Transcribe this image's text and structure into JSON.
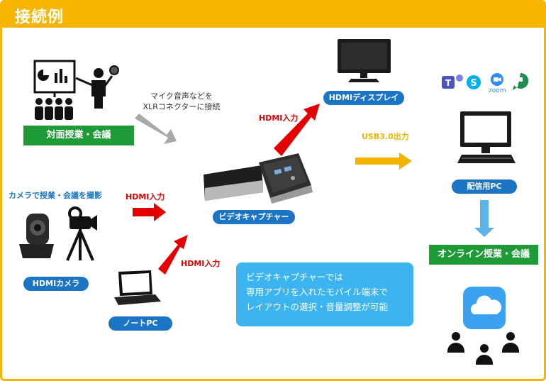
{
  "header": {
    "title": "接続例"
  },
  "nodes": {
    "classroom": "対面授業・会議",
    "camera_caption": "カメラで授業・会議を撮影",
    "hdmi_camera": "HDMIカメラ",
    "notebook_pc": "ノートPC",
    "capture_device": "ビデオキャプチャー",
    "hdmi_display": "HDMIディスプレイ",
    "streaming_pc": "配信用PC",
    "online_class": "オンライン授業・会議"
  },
  "connections": {
    "mic_line1": "マイク音声などを",
    "mic_line2": "XLRコネクターに接続",
    "hdmi_in_camera": "HDMI入力",
    "hdmi_in_pc": "HDMI入力",
    "hdmi_in_display": "HDMI入力",
    "usb_out": "USB3.0出力"
  },
  "note": {
    "line1": "ビデオキャプチャーでは",
    "line2": "専用アプリを入れたモバイル端末で",
    "line3": "レイアウトの選択・音量調整が可能"
  },
  "apps": {
    "zoom_label": "zoom"
  },
  "colors": {
    "frame": "#f7b400",
    "pill": "#1b74c4",
    "green": "#1e9b37",
    "red_arrow": "#e40000",
    "yellow_arrow": "#f2b400",
    "gray_arrow": "#a8a8a8",
    "blue_arrow": "#5cb3ea",
    "note_bg": "#3bb4ef"
  }
}
